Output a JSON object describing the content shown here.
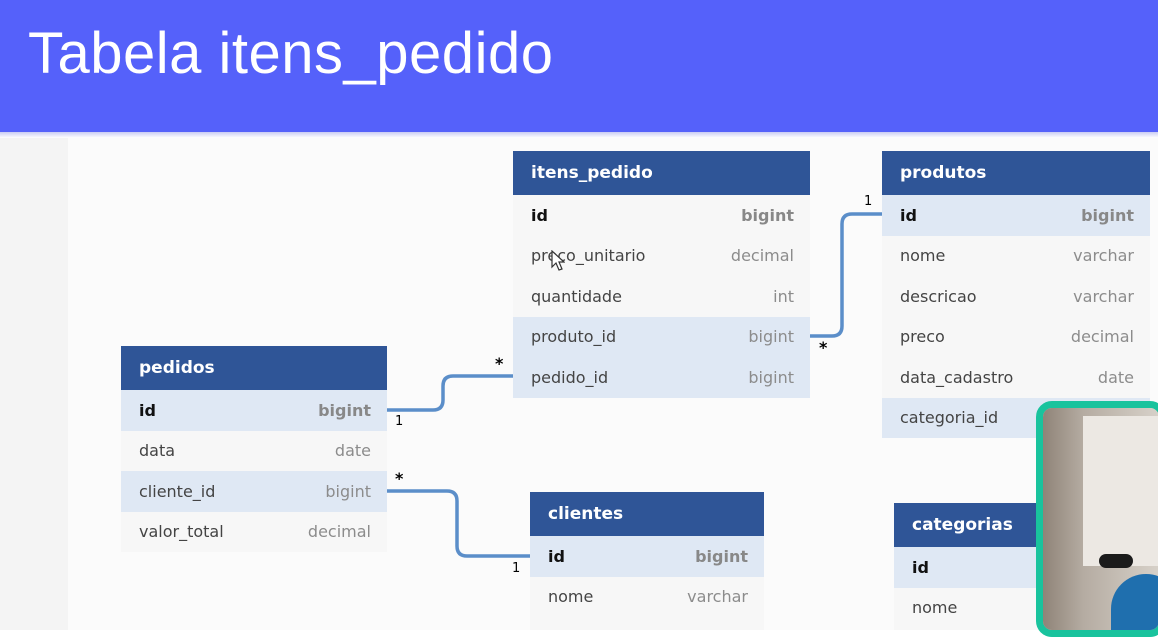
{
  "header": {
    "title": "Tabela itens_pedido"
  },
  "tables": {
    "itens_pedido": {
      "name": "itens_pedido",
      "columns": [
        {
          "name": "id",
          "type": "bigint"
        },
        {
          "name": "preco_unitario",
          "type": "decimal"
        },
        {
          "name": "quantidade",
          "type": "int"
        },
        {
          "name": "produto_id",
          "type": "bigint"
        },
        {
          "name": "pedido_id",
          "type": "bigint"
        }
      ]
    },
    "produtos": {
      "name": "produtos",
      "columns": [
        {
          "name": "id",
          "type": "bigint"
        },
        {
          "name": "nome",
          "type": "varchar"
        },
        {
          "name": "descricao",
          "type": "varchar"
        },
        {
          "name": "preco",
          "type": "decimal"
        },
        {
          "name": "data_cadastro",
          "type": "date"
        },
        {
          "name": "categoria_id",
          "type": ""
        }
      ]
    },
    "pedidos": {
      "name": "pedidos",
      "columns": [
        {
          "name": "id",
          "type": "bigint"
        },
        {
          "name": "data",
          "type": "date"
        },
        {
          "name": "cliente_id",
          "type": "bigint"
        },
        {
          "name": "valor_total",
          "type": "decimal"
        }
      ]
    },
    "clientes": {
      "name": "clientes",
      "columns": [
        {
          "name": "id",
          "type": "bigint"
        },
        {
          "name": "nome",
          "type": "varchar"
        }
      ]
    },
    "categorias": {
      "name": "categorias",
      "columns": [
        {
          "name": "id",
          "type": ""
        },
        {
          "name": "nome",
          "type": ""
        }
      ]
    }
  },
  "relations": [
    {
      "from": "itens_pedido.produto_id",
      "to": "produtos.id",
      "from_card": "*",
      "to_card": "1"
    },
    {
      "from": "itens_pedido.pedido_id",
      "to": "pedidos.id",
      "from_card": "*",
      "to_card": "1"
    },
    {
      "from": "pedidos.cliente_id",
      "to": "clientes.id",
      "from_card": "*",
      "to_card": "1"
    }
  ],
  "colors": {
    "header_bg": "#5561fa",
    "table_head": "#2f5597",
    "link": "#5b8ec9",
    "highlight_row": "#dfe8f4",
    "camera_border": "#19c39d"
  }
}
